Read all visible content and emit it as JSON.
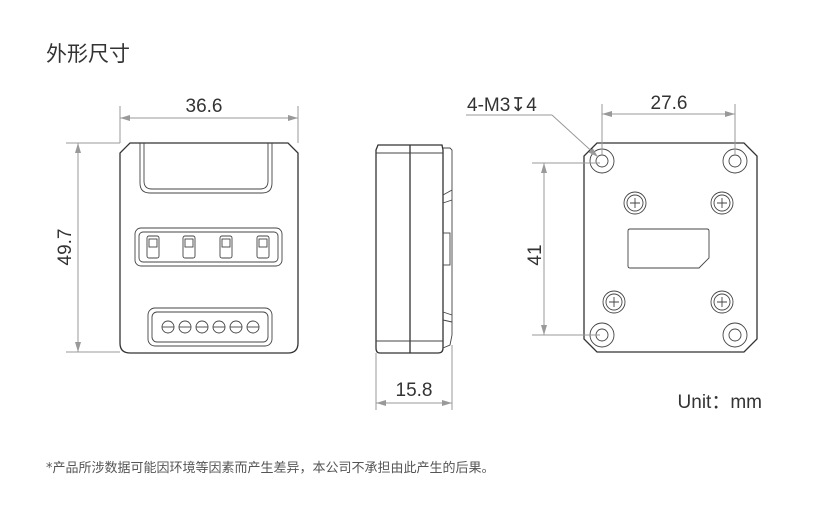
{
  "title": "外形尺寸",
  "dimensions": {
    "width": "36.6",
    "height": "49.7",
    "depth": "15.8",
    "hole_spacing_x": "27.6",
    "hole_spacing_y": "41",
    "hole_callout": "4-M3↧4"
  },
  "unit_label": "Unit：mm",
  "footnote": "*产品所涉数据可能因环境等因素而产生差异，本公司不承担由此产生的后果。"
}
